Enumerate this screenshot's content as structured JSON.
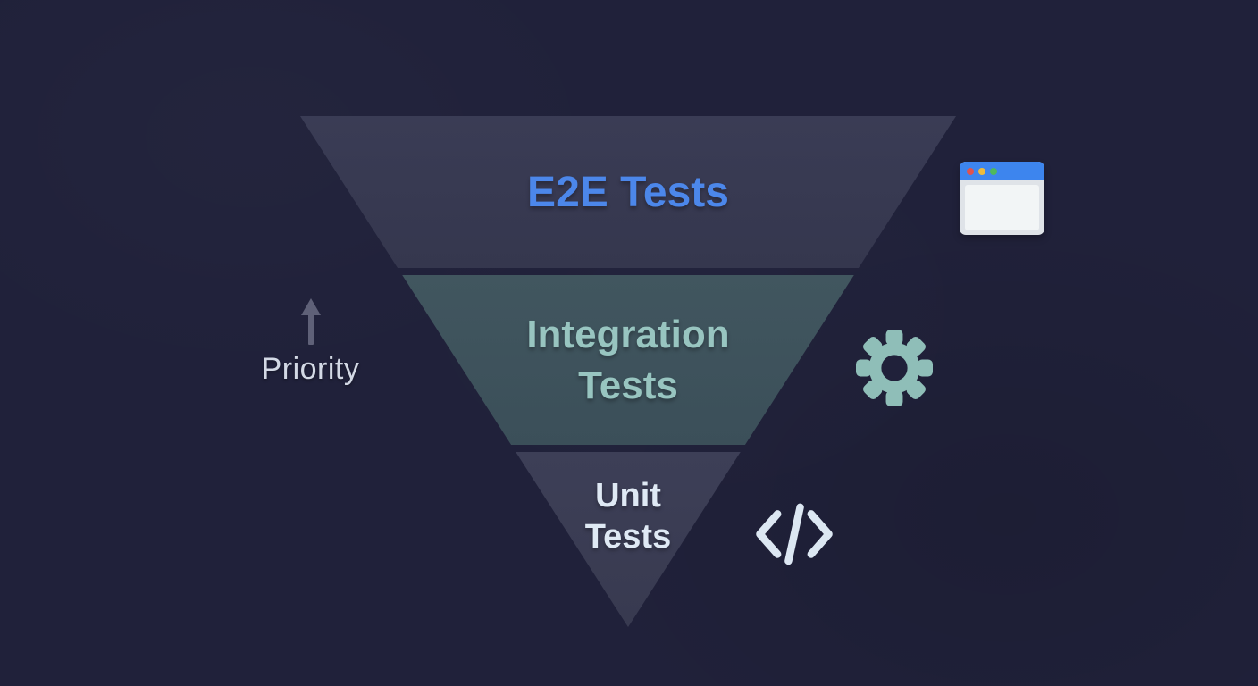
{
  "background": {
    "color": "#20213a"
  },
  "pyramid": {
    "layers": [
      {
        "id": "e2e",
        "lines": [
          "E2E Tests"
        ],
        "fill": "#373951",
        "text_color": "#4c87ea"
      },
      {
        "id": "integration",
        "lines": [
          "Integration",
          "Tests"
        ],
        "fill": "#3e525c",
        "text_color": "#98c5c0"
      },
      {
        "id": "unit",
        "lines": [
          "Unit",
          "Tests"
        ],
        "fill": "#3b3d55",
        "text_color": "#dfe9f4"
      }
    ]
  },
  "priority": {
    "label": "Priority",
    "arrow_direction": "up",
    "arrow_color": "#5f6178",
    "text_color": "#d3d9e5"
  },
  "icons": {
    "browser_window": {
      "name": "browser-window-icon",
      "bar_color": "#3d85ee",
      "frame_color": "#dfe3e8",
      "page_color": "#f2f5f6",
      "dot_colors": [
        "#e0534f",
        "#edbb3c",
        "#4fb95c"
      ]
    },
    "gear": {
      "name": "gear-icon",
      "color": "#8fbeb8",
      "hole_color": "#20213a"
    },
    "code": {
      "name": "code-icon",
      "glyph": "</>",
      "color": "#dce7f2"
    }
  }
}
